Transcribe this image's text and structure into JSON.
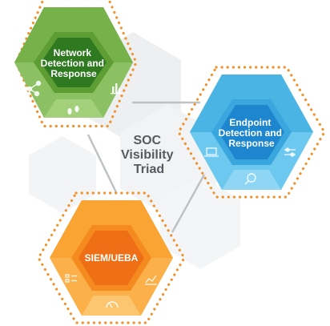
{
  "center": {
    "lines": [
      "SOC",
      "Visibility",
      "Triad"
    ]
  },
  "hexes": [
    {
      "id": "ndr",
      "lines": [
        "Network",
        "Detection and",
        "Response"
      ],
      "colors": {
        "light": "#8bc063",
        "mid": "#6aa53e",
        "inner": "#2f7a20",
        "bottom": "#a3d07a"
      },
      "icons": [
        "network-nodes-icon",
        "bar-chart-icon",
        "footprints-icon"
      ]
    },
    {
      "id": "edr",
      "lines": [
        "Endpoint",
        "Detection and",
        "Response"
      ],
      "colors": {
        "light": "#6cc8ee",
        "mid": "#4ab4e4",
        "inner": "#1d86cf",
        "bottom": "#8ed6f4"
      },
      "icons": [
        "laptop-icon",
        "sliders-icon",
        "magnifier-icon"
      ]
    },
    {
      "id": "siem",
      "lines": [
        "SIEM/UEBA"
      ],
      "colors": {
        "light": "#fbb04a",
        "mid": "#f79a24",
        "inner": "#ee6f16",
        "bottom": "#fcc56f"
      },
      "icons": [
        "checklist-icon",
        "line-chart-icon",
        "gauge-icon"
      ]
    }
  ],
  "colors": {
    "dots": "#f0922b",
    "connector": "#bfc2c4",
    "ghost_hex": "#eeeff0"
  }
}
